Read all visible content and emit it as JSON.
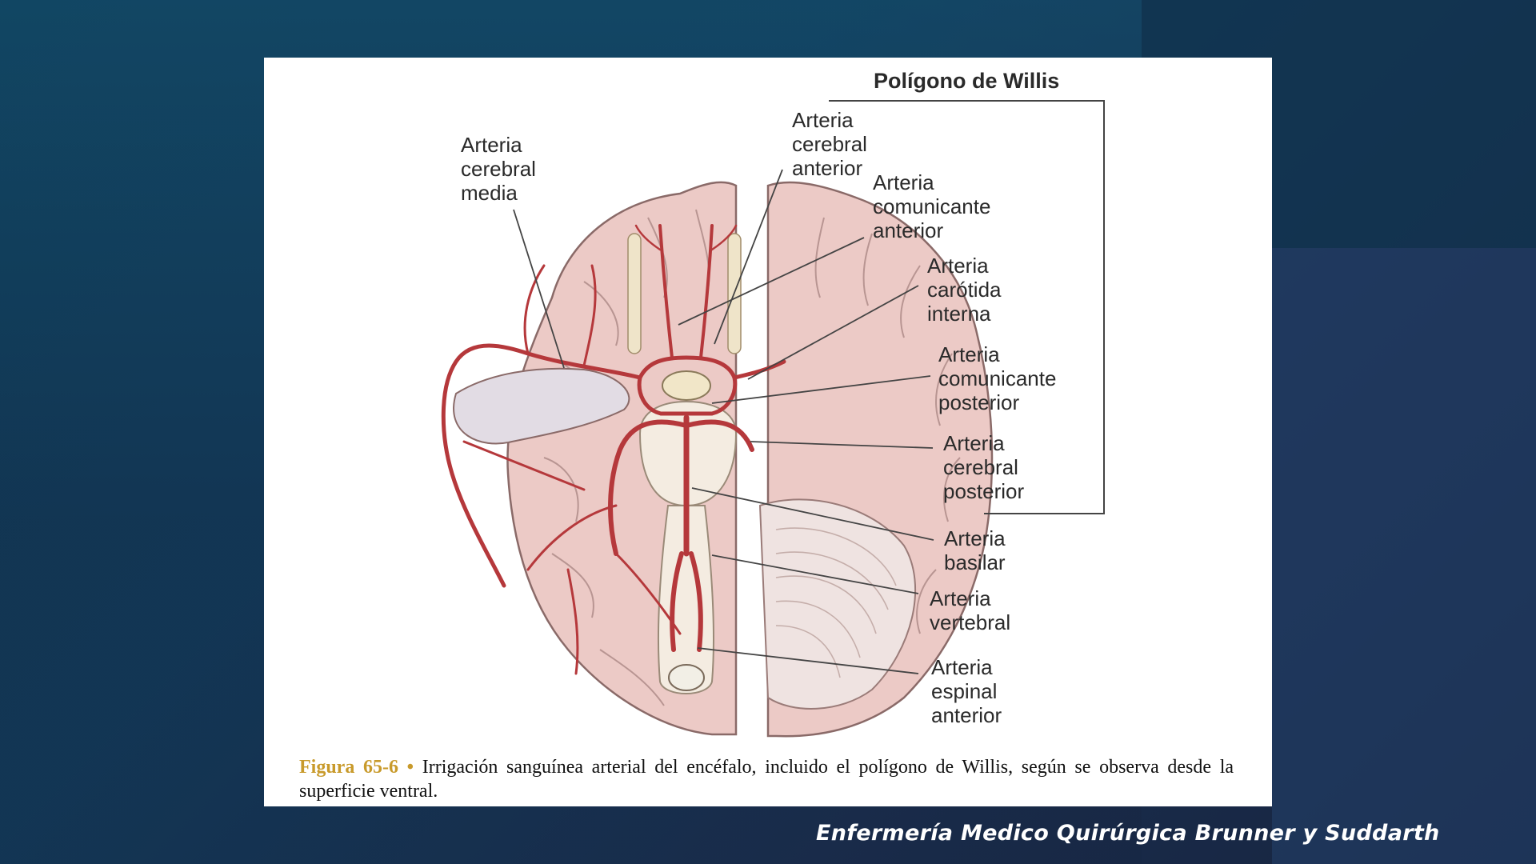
{
  "diagram": {
    "title": "Polígono de Willis",
    "labels": {
      "cerebral_media": [
        "Arteria",
        "cerebral",
        "media"
      ],
      "cerebral_anterior": [
        "Arteria",
        "cerebral",
        "anterior"
      ],
      "comunicante_anterior": [
        "Arteria",
        "comunicante",
        "anterior"
      ],
      "carotida_interna": [
        "Arteria",
        "carótida",
        "interna"
      ],
      "comunicante_posterior": [
        "Arteria",
        "comunicante",
        "posterior"
      ],
      "cerebral_posterior": [
        "Arteria",
        "cerebral",
        "posterior"
      ],
      "basilar": [
        "Arteria",
        "basilar"
      ],
      "vertebral": [
        "Arteria",
        "vertebral"
      ],
      "espinal_anterior": [
        "Arteria",
        "espinal",
        "anterior"
      ]
    }
  },
  "caption": {
    "label": "Figura 65-6",
    "bullet": "•",
    "text": "Irrigación sanguínea arterial del encéfalo, incluido el polígono de Willis, según se observa desde la superficie ventral."
  },
  "footer": {
    "text": "Enfermería Medico Quirúrgica  Brunner y Suddarth"
  },
  "colors": {
    "brain_fill": "#eccac6",
    "brain_stroke": "#8a6a68",
    "artery": "#b5383b",
    "stem": "#f4ece1",
    "caption_accent": "#c89a2b"
  }
}
